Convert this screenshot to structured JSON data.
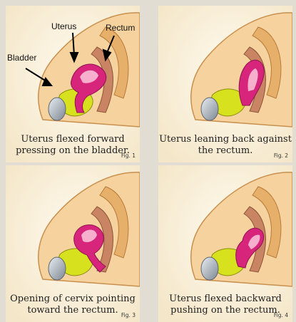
{
  "labels": {
    "uterus": "Uterus",
    "rectum": "Rectum",
    "bladder": "Bladder"
  },
  "panels": [
    {
      "caption_line1": "Uterus flexed forward",
      "caption_line2": "pressing on the bladder.",
      "fig": "Fig. 1"
    },
    {
      "caption_line1": "Uterus leaning back against",
      "caption_line2": "the rectum.",
      "fig": "Fig. 2"
    },
    {
      "caption_line1": "Opening of cervix pointing",
      "caption_line2": "toward the rectum.",
      "fig": "Fig. 3"
    },
    {
      "caption_line1": "Uterus flexed backward",
      "caption_line2": "pushing on the rectum.",
      "fig": "Fig. 4"
    }
  ],
  "colors": {
    "background": "#fbf4e4",
    "skin": "#f3c58a",
    "spine": "#e0a65c",
    "uterus": "#d6237a",
    "uterus_light": "#f7a8c9",
    "bladder": "#d6df1a",
    "rectum": "#c8795a",
    "pubic_bone": "#9aa3ad"
  }
}
